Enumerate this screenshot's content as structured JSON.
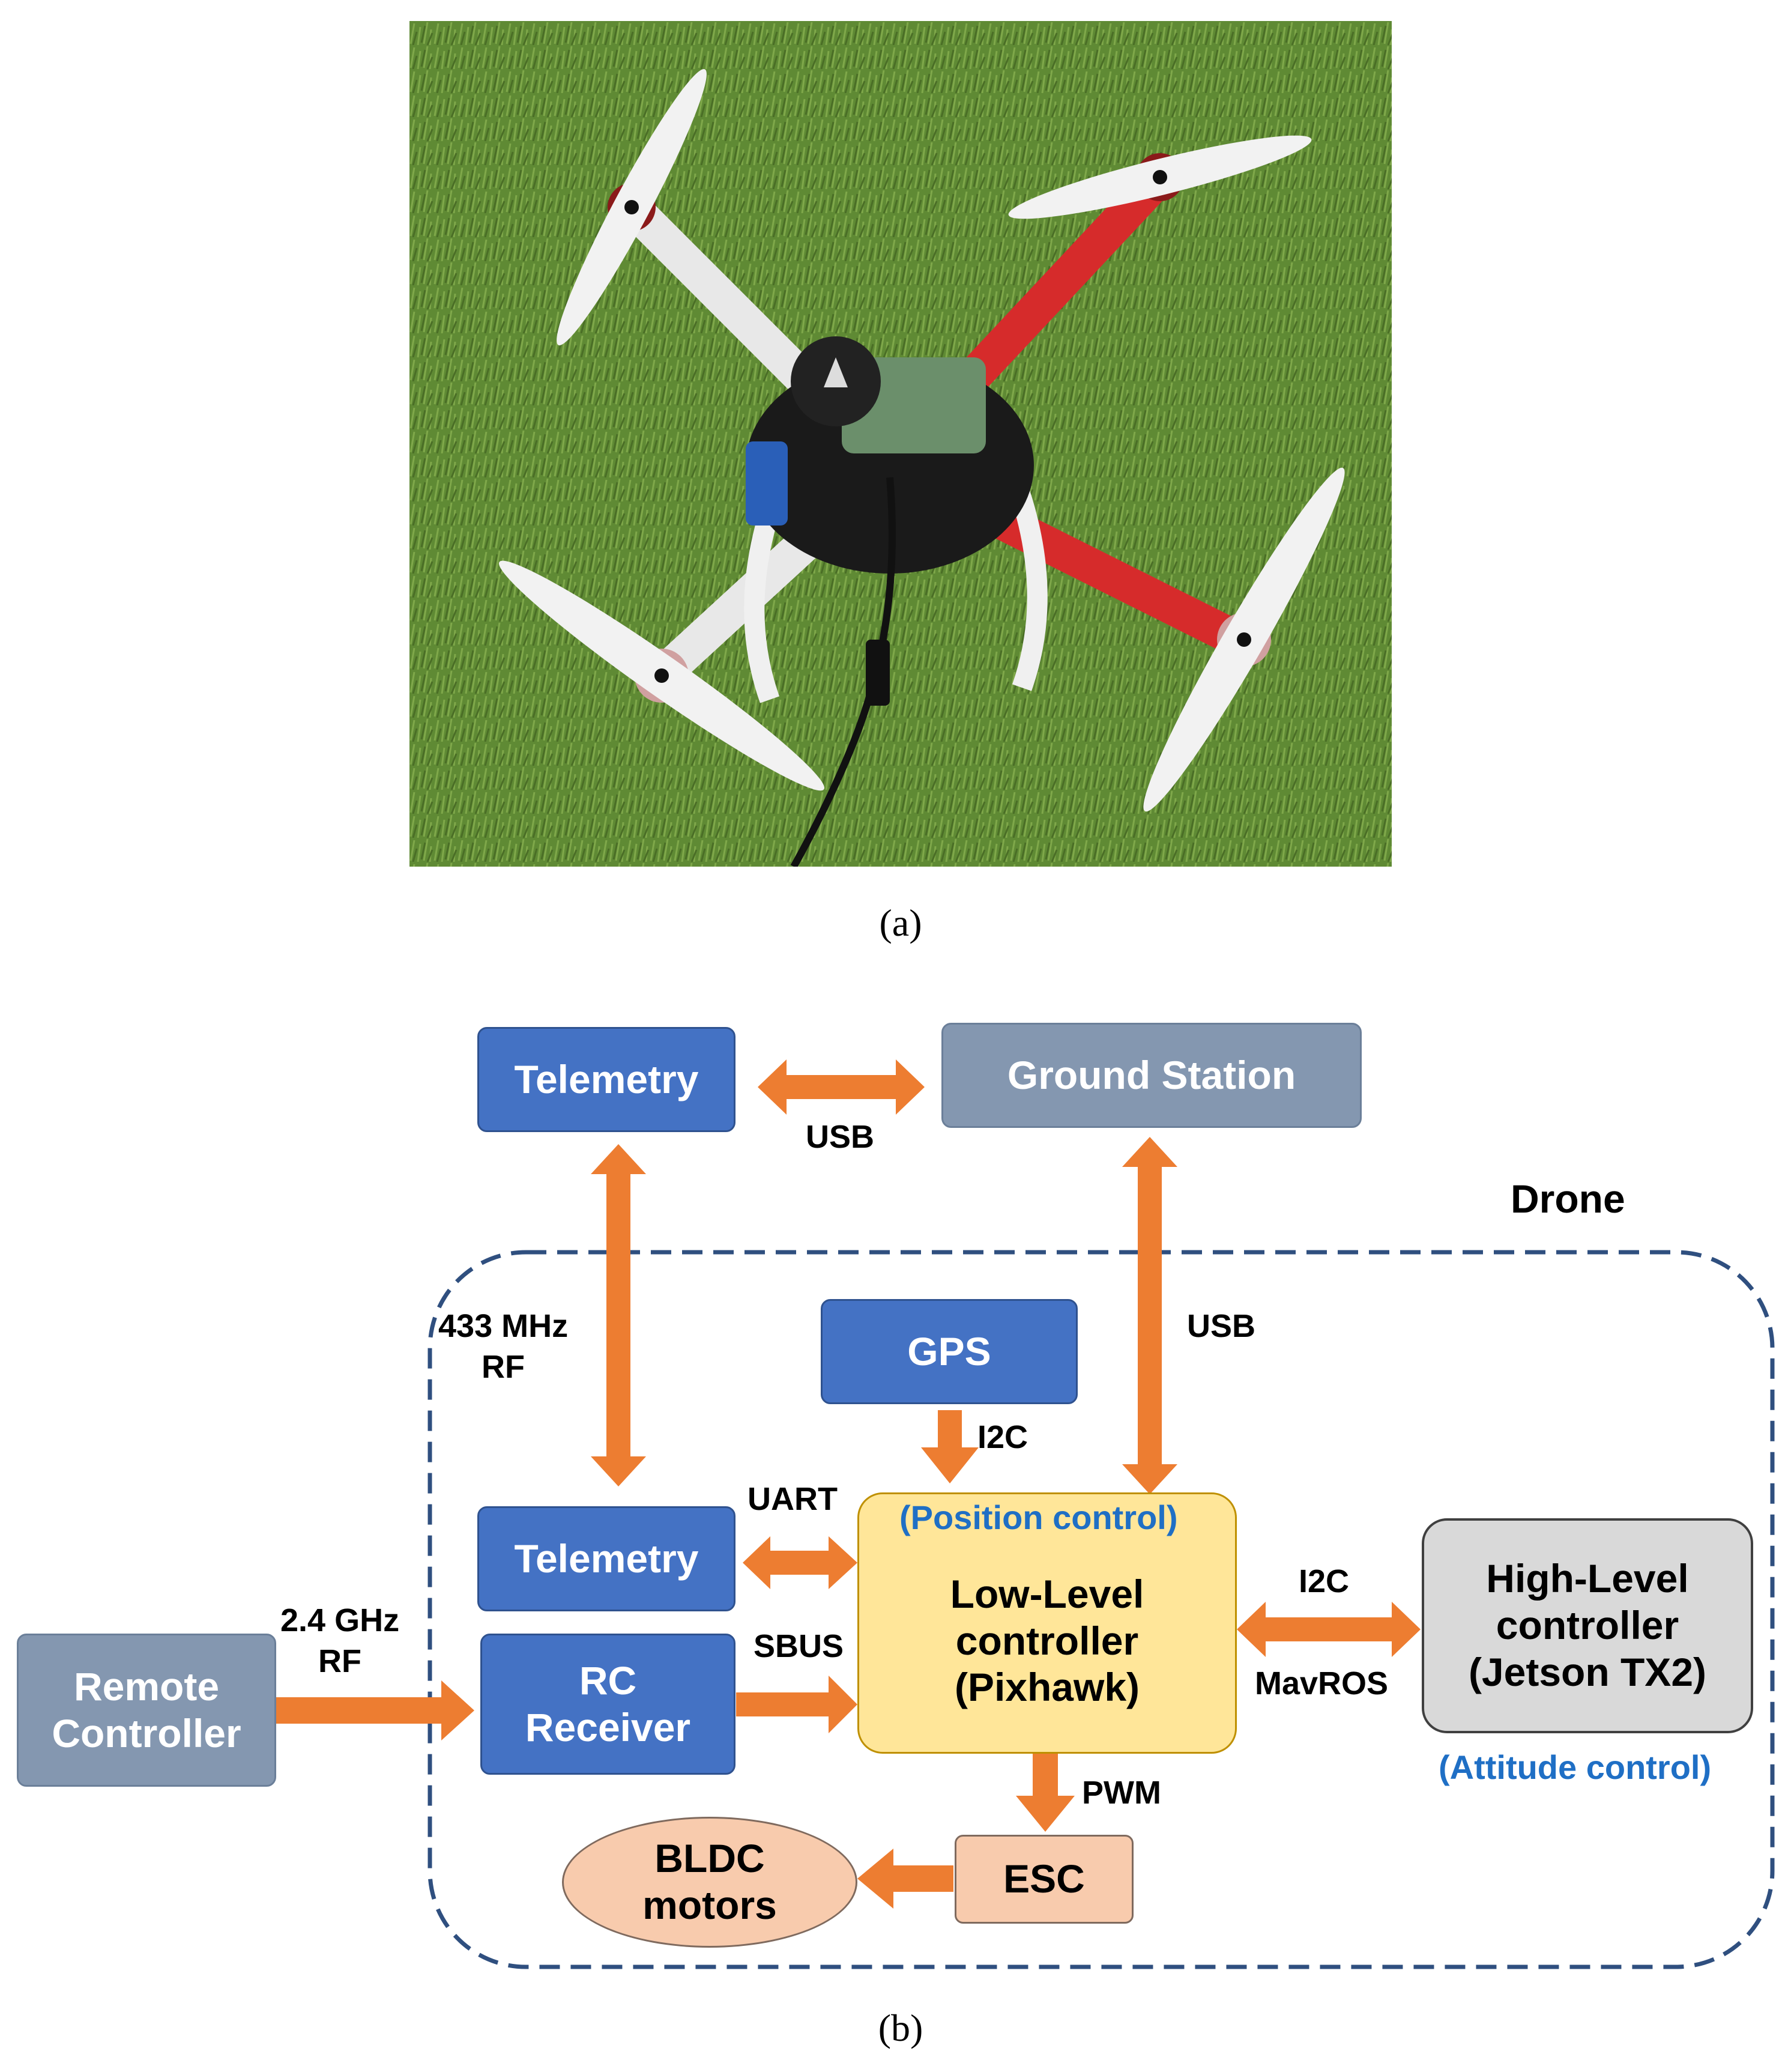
{
  "figure": {
    "caption_a": "(a)",
    "caption_b": "(b)"
  },
  "diagram": {
    "group_label": "Drone",
    "nodes": {
      "telemetry_top": "Telemetry",
      "ground_station": "Ground Station",
      "gps": "GPS",
      "telemetry_bottom": "Telemetry",
      "rc_receiver": [
        "RC",
        "Receiver"
      ],
      "remote_controller": [
        "Remote",
        "Controller"
      ],
      "low_level": [
        "Low-Level",
        "controller",
        "(Pixhawk)"
      ],
      "high_level": [
        "High-Level",
        "controller",
        "(Jetson TX2)"
      ],
      "esc": "ESC",
      "bldc": [
        "BLDC",
        "motors"
      ]
    },
    "annotations": {
      "position_control": "(Position control)",
      "attitude_control": "(Attitude control)"
    },
    "links": {
      "usb_top": "USB",
      "usb_right": "USB",
      "rf_433": [
        "433 MHz",
        "RF"
      ],
      "i2c_gps": "I2C",
      "uart": "UART",
      "sbus": "SBUS",
      "rf_24": [
        "2.4 GHz",
        "RF"
      ],
      "i2c_hl": "I2C",
      "mavros": "MavROS",
      "pwm": "PWM"
    },
    "colors": {
      "arrow": "#ed7d31",
      "dashed_border": "#2f4f7f",
      "blue_box": "#4472c4",
      "gray_box": "#8497b0",
      "yellow_box": "#ffe699",
      "light_gray_box": "#d9d9d9",
      "peach_box": "#f8cbad",
      "annotation_text": "#1f6fc5"
    }
  }
}
